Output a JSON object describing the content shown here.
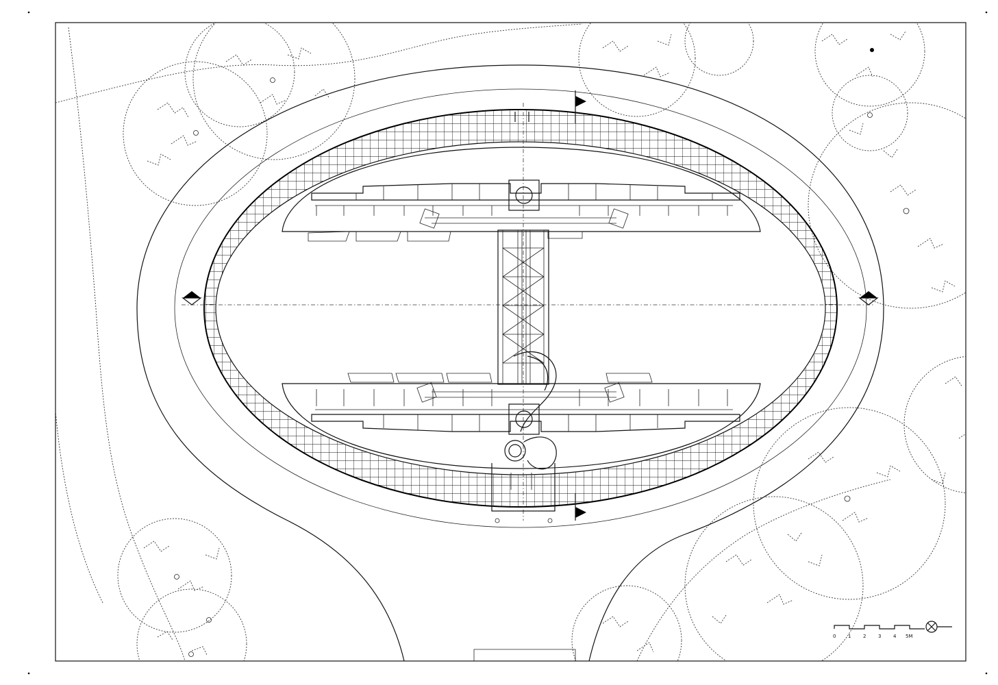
{
  "scale_bar": {
    "ticks": [
      "0",
      "1",
      "2",
      "3",
      "4"
    ],
    "unit_label": "5M"
  }
}
